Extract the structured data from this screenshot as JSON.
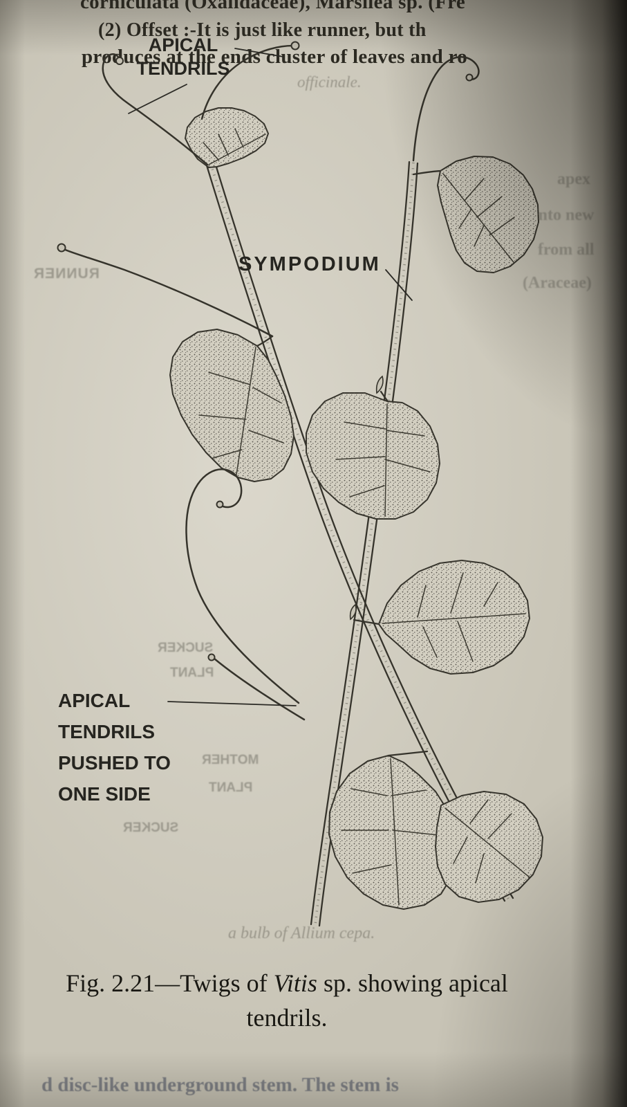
{
  "colors": {
    "paper": "#c8c4b6",
    "ink": "#35332b"
  },
  "top_text": {
    "line1": "corniculata (Oxalidaceae), Marsilea sp. (Fre",
    "line2": "(2) Offset :-It is just like runner, but th",
    "line3": "produces at the ends cluster of leaves and ro",
    "line4_faint": "officinale."
  },
  "figure_labels": {
    "apical_top_1": "APICAL",
    "apical_top_2": "TENDRILS",
    "sympodium": "SYMPODIUM",
    "pushed_1": "APICAL",
    "pushed_2": "TENDRILS",
    "pushed_3": "PUSHED TO",
    "pushed_4": "ONE SIDE"
  },
  "caption": {
    "line1_prefix": "Fig. 2.21—Twigs of ",
    "line1_species": "Vitis",
    "line1_suffix": " sp. showing apical",
    "line2": "tendrils."
  },
  "bleed": {
    "runner": "RUNNER",
    "sucker_top": "SUCKER",
    "plant_top": "PLANT",
    "mother": "MOTHER",
    "plant_mid": "PLANT",
    "sucker_bottom": "SUCKER",
    "right": [
      "apex",
      "into new",
      "from all",
      "(Araceae)"
    ],
    "bottom_italic": "a bulb of Allium cepa.",
    "bottom_line": "d disc-like underground stem. The stem is"
  }
}
